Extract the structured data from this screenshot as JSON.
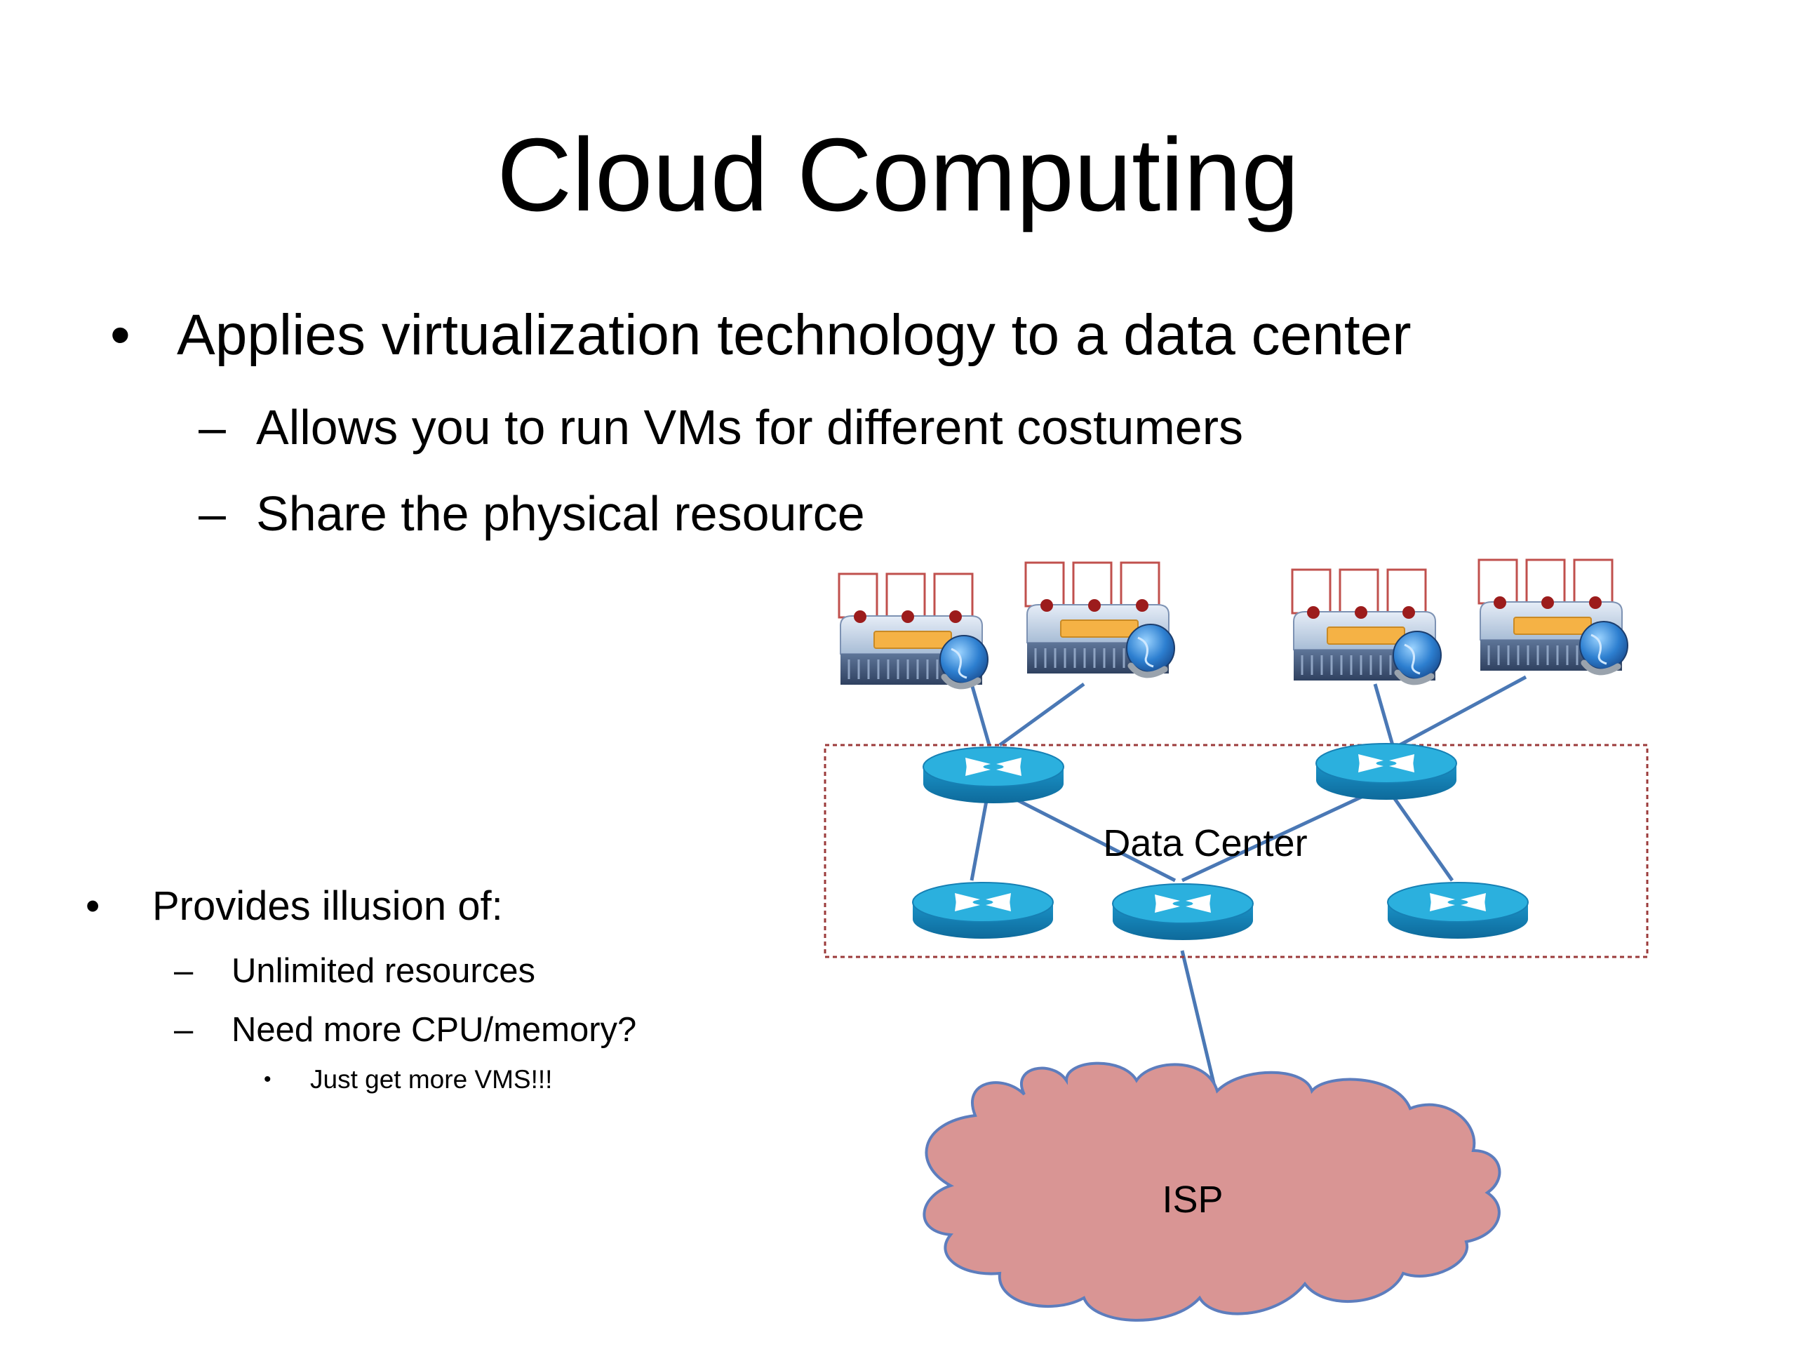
{
  "slide": {
    "title": "Cloud Computing",
    "bullets": [
      {
        "text": "Applies virtualization technology to a data center",
        "sub": [
          "Allows you to run VMs for different costumers",
          "Share the physical resource"
        ]
      }
    ],
    "secondary_bullets": [
      {
        "text": "Provides illusion of:",
        "sub": [
          "Unlimited resources",
          "Need more CPU/memory?"
        ],
        "subsub": [
          "Just get more VMS!!!"
        ]
      }
    ],
    "marks": {
      "bullet": "•",
      "dash": "–"
    }
  },
  "diagram": {
    "region_label": "Data Center",
    "cloud_label": "ISP",
    "icons": [
      "server-icon",
      "vm-box-icon",
      "router-icon",
      "cloud-icon"
    ],
    "colors": {
      "link": "#4a78b5",
      "router_top": "#2bb0de",
      "router_side": "#127fb2",
      "cloud_fill": "#d99594",
      "cloud_stroke": "#5d7dbd",
      "vm_box": "#c0504d",
      "led": "#9c1c1c",
      "server_panel": "#f5b245",
      "dc_border": "#9b3a3a"
    }
  }
}
